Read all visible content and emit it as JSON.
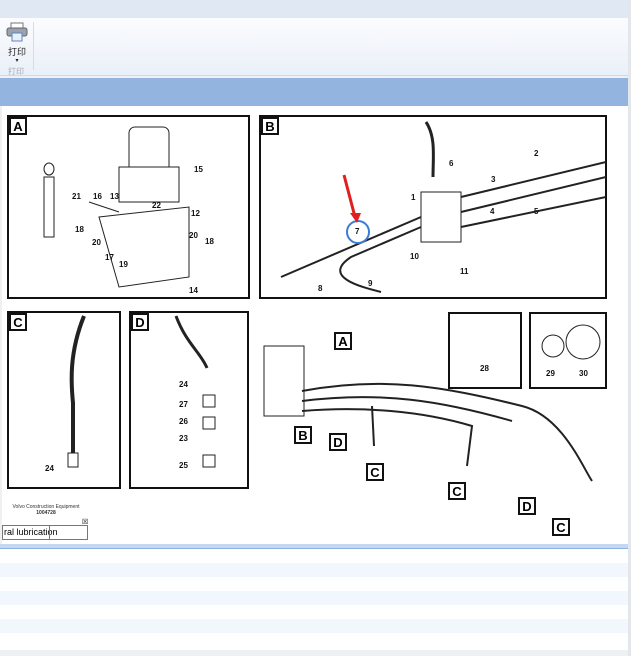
{
  "toolbar": {
    "print_label": "打印",
    "print_dropdown": "▾",
    "group_label": "打印"
  },
  "diagram": {
    "panels": {
      "a": "A",
      "b": "B",
      "c": "C",
      "d": "D"
    },
    "a_numbers": [
      "21",
      "16",
      "13",
      "15",
      "22",
      "12",
      "18",
      "20",
      "17",
      "19",
      "20",
      "18",
      "14"
    ],
    "b_numbers": [
      "6",
      "1",
      "2",
      "3",
      "4",
      "5",
      "7",
      "10",
      "11",
      "8",
      "9"
    ],
    "c_numbers": [
      "24"
    ],
    "d_numbers": [
      "24",
      "27",
      "26",
      "23",
      "25"
    ],
    "overview_tags": [
      "A",
      "B",
      "D",
      "C",
      "C",
      "D",
      "C"
    ],
    "part_numbers": [
      "28",
      "29",
      "30"
    ],
    "title_block": {
      "company": "Volvo Construction Equipment",
      "doc_number": "1004728",
      "caption": "ral lubrication"
    },
    "close": "☒"
  }
}
